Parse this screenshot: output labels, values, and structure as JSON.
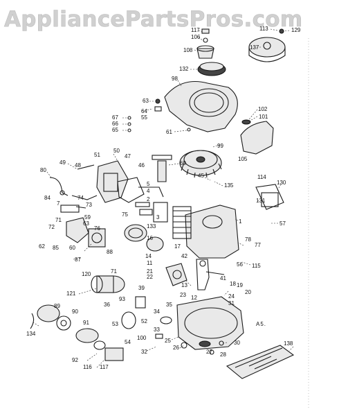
{
  "watermark": {
    "text": "AppliancePartsPros.com"
  },
  "diagram": {
    "reference": "A5.",
    "callouts": [
      "117",
      "106",
      "108",
      "113",
      "129",
      "137",
      "132",
      "98",
      "63",
      "64",
      "55",
      "67",
      "66",
      "65",
      "61",
      "102",
      "101",
      "99",
      "69",
      "50",
      "51",
      "47",
      "49",
      "48",
      "46",
      "80",
      "45",
      "135",
      "114",
      "105",
      "5",
      "4",
      "2",
      "130",
      "84",
      "74",
      "73",
      "75",
      "7",
      "131",
      "59",
      "72",
      "71",
      "63",
      "62",
      "85",
      "60",
      "76",
      "88",
      "57",
      "87",
      "133",
      "3",
      "1",
      "16",
      "14",
      "11",
      "13",
      "17",
      "42",
      "56",
      "78",
      "77",
      "115",
      "121",
      "120",
      "71",
      "22",
      "41",
      "21",
      "23",
      "19",
      "18",
      "20",
      "24",
      "31",
      "93",
      "36",
      "53",
      "52",
      "39",
      "34",
      "12",
      "33",
      "54",
      "89",
      "90",
      "91",
      "134",
      "92",
      "116",
      "117",
      "35",
      "100",
      "32",
      "25",
      "26",
      "27",
      "28",
      "30",
      "138"
    ]
  }
}
